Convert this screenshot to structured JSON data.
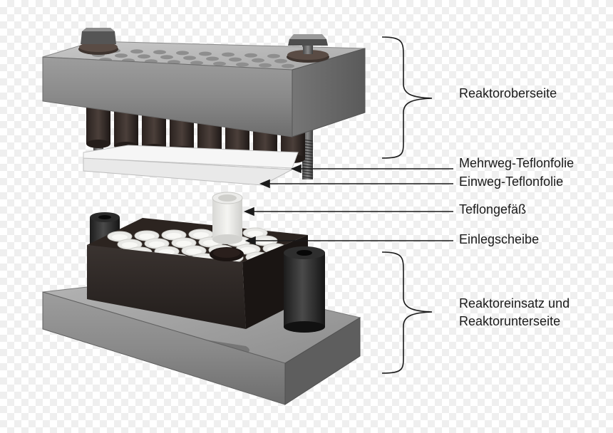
{
  "labels": {
    "reactor_top": "Reaktoroberseite",
    "reusable_foil": "Mehrweg-Teflonfolie",
    "disposable_foil": "Einweg-Teflonfolie",
    "teflon_vessel": "Teflongefäß",
    "insert_disc": "Einlegscheibe",
    "reactor_insert_line1": "Reaktoreinsatz und",
    "reactor_insert_line2": "Reaktorunterseite"
  }
}
